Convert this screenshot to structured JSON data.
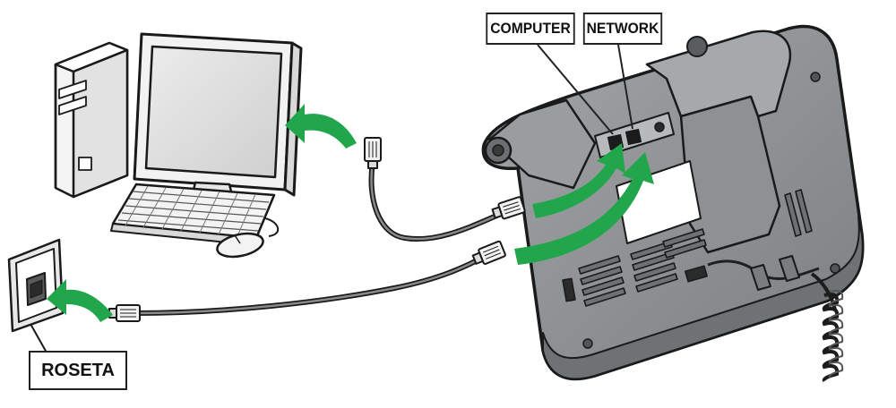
{
  "labels": {
    "computer_port": "COMPUTER",
    "network_port": "NETWORK",
    "wall_socket": "ROSETA"
  },
  "colors": {
    "arrow": "#22a64b",
    "phone_body": "#8f9294",
    "phone_dark": "#6e7173",
    "outline": "#1a1a1a",
    "cable": "#3a3a3a"
  },
  "icons": [
    "computer-icon",
    "monitor-icon",
    "keyboard-icon",
    "mouse-icon",
    "ip-phone-icon",
    "wall-socket-icon",
    "rj45-connector-icon",
    "arrow-icon"
  ]
}
